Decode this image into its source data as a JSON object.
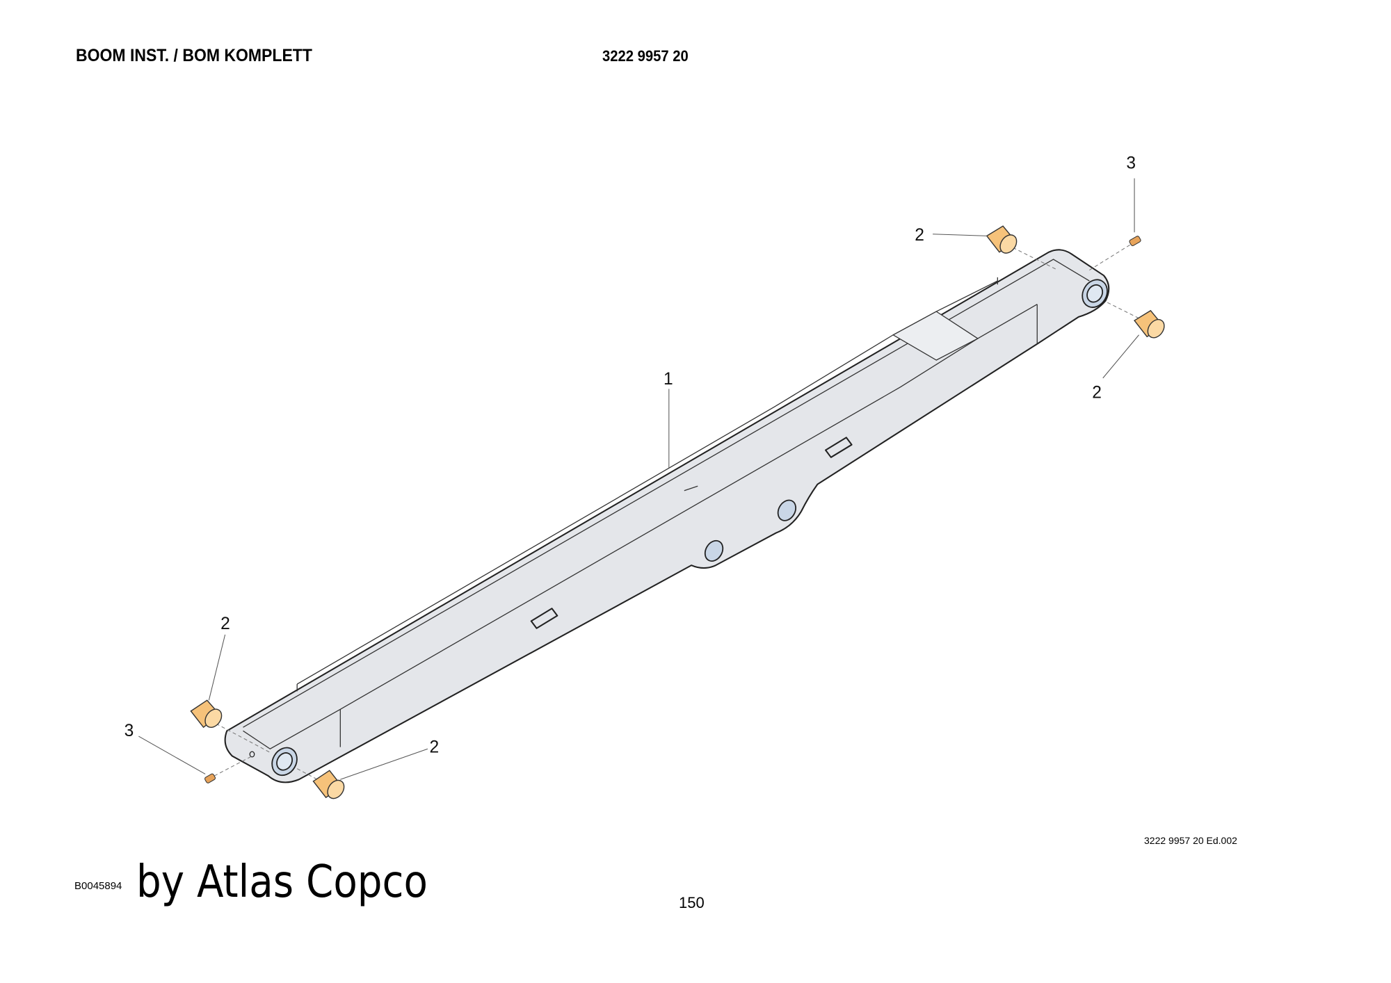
{
  "header": {
    "title": "BOOM INST. / BOM KOMPLETT",
    "part_number": "3222 9957 20"
  },
  "drawing": {
    "callouts": [
      "1",
      "2",
      "3",
      "2",
      "2",
      "3",
      "2"
    ],
    "colors": {
      "bushing": "#f6c27a",
      "boom": "#e4e6ea"
    }
  },
  "footer": {
    "edition_ref": "3222 9957 20 Ed.002",
    "drawing_code": "B0045894",
    "byline": "by Atlas Copco",
    "page_number": "150"
  }
}
